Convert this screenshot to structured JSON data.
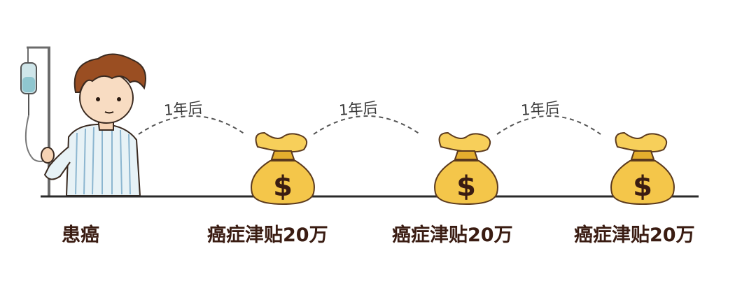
{
  "timeline": {
    "start_label": "患癌",
    "intervals": [
      "1年后",
      "1年后",
      "1年后"
    ],
    "payouts": [
      "癌症津贴20万",
      "癌症津贴20万",
      "癌症津贴20万"
    ]
  },
  "colors": {
    "label_text": "#3a1c12",
    "bag_gold": "#f4c64a",
    "bag_outline": "#5b3a1e",
    "line": "#2a2a2a"
  }
}
